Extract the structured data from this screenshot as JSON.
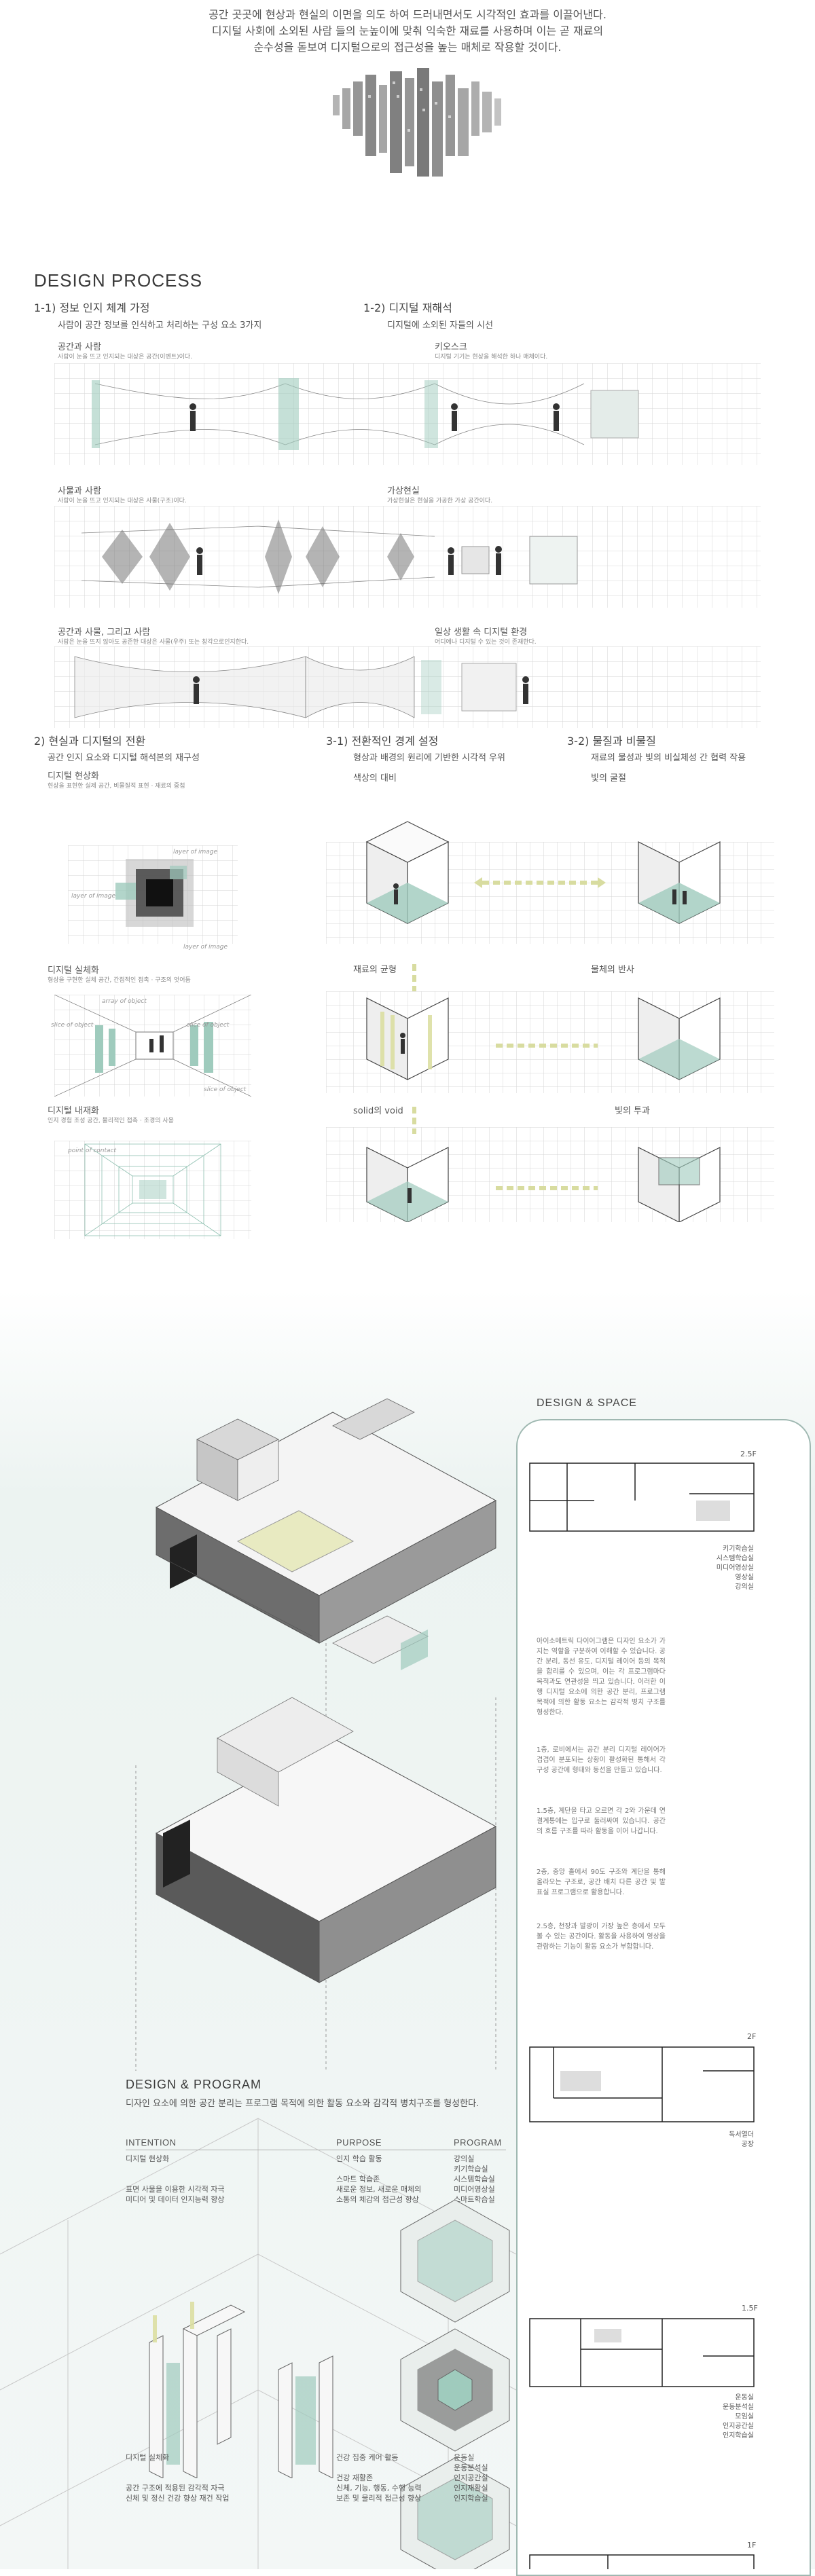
{
  "intro": {
    "lines": [
      "공간 곳곳에 현상과 현실의 이면을 의도 하여 드러내면서도 시각적인 효과를 이끌어낸다.",
      "디지털 사회에 소외된 사람 들의 눈높이에 맞춰 익숙한 재료를 사용하며 이는 곧 재료의",
      "순수성을 돋보여 디지털으로의 접근성을 높는 매체로 작용할 것이다."
    ]
  },
  "process": {
    "title": "DESIGN PROCESS",
    "s1": {
      "heading": "1-1) 정보 인지 체계 가정",
      "desc": "사람이 공간 정보를 인식하고 처리하는 구성 요소 3가지"
    },
    "s2": {
      "heading": "1-2) 디지털 재해석",
      "desc": "디지털에 소외된 자들의 시선"
    },
    "rows": [
      {
        "title": "공간과 사람",
        "desc": "사람이 눈을 뜨고 인지되는 대상은 공간(이벤트)이다.",
        "rt": "키오스크",
        "rdesc": "디지털 기기는 현상을 해석한 하나 매체이다."
      },
      {
        "title": "사물과 사람",
        "desc": "사람이 눈을 뜨고 인지되는 대상은 사물(구조)이다.",
        "rt": "가상현실",
        "rdesc": "가상현실은 현실을 가공한 가상 공간이다."
      },
      {
        "title": "공간과 사물, 그리고 사람",
        "desc": "사람은 눈을 뜨지 않아도 공존한 대상은 사물(우주) 또는 창각으로인지한다.",
        "rt": "일상 생활 속 디지털 환경",
        "rdesc": "어디에나 디지털 수 있는 것이 존재한다."
      }
    ],
    "part2": {
      "heading": "2) 현실과 디지털의 전환",
      "desc": "공간 인지 요소와 디지털 해석본의 재구성",
      "blocks": [
        {
          "title": "디지털 현상화",
          "desc": "현상을 표현한 실제 공간,  비물질적 표현 · 재료의 중첩"
        },
        {
          "title": "디지털 실체화",
          "desc": "형상을 구현한 실체 공간,  간접적인 접촉 · 구조의 엇어둠"
        },
        {
          "title": "디지털 내재화",
          "desc": "인지 경험 조성 공간,  물리적인 접촉 · 조경의 사용"
        }
      ],
      "labels": {
        "layer_of_image": "layer of image",
        "array_of_object": "array of object",
        "slice_of_object": "slice of object",
        "point_of_contact": "point of contact"
      }
    },
    "part31": {
      "heading": "3-1) 전환적인 경계 설정",
      "desc": "형상과 배경의 원리에 기반한 시각적 우위",
      "sub1": "색상의 대비",
      "sub2": "재료의 균형",
      "sub3": "solid의 void"
    },
    "part32": {
      "heading": "3-2) 물질과 비물질",
      "desc": "재료의 물성과 빛의 비실체성 간 협력 작용",
      "sub1": "빛의 굴절",
      "sub2": "물체의 반사",
      "sub3": "빛의 투과"
    }
  },
  "space": {
    "title": "DESIGN & SPACE",
    "floors": [
      {
        "label": "2.5F",
        "items": [
          "키기학습실",
          "시스템학습실",
          "미디어영상실",
          "영상실",
          "강의실"
        ]
      },
      {
        "label": "2F",
        "items": [
          "독서열더",
          "공장"
        ]
      },
      {
        "label": "1.5F",
        "items": [
          "운동실",
          "운동분석실",
          "모임실",
          "인지공간실",
          "인지학습실"
        ]
      },
      {
        "label": "1F",
        "items": []
      }
    ],
    "paragraphs": [
      "아이소메트릭 다이어그램은 디자인 요소가 가지는 역할을 구분하여 이해할 수 있습니다. 공간 분리, 동선 유도, 디지털 레이어 등의 목적을 합리를 수 있으며, 이는 각 프로그램마다 목적과도 연관성을 띄고 있습니다. 이러한 이행 디지털 요소에 의한 공간 분리, 프로그램 목적에 의한 활동 요소는 감각적 병치 구조를 형성한다.",
      "1층, 로비에서는 공간 분리 디지털 레이어가 겹겹이 분포되는 상황이 활성화된 통해서 각 구성 공간에 형태와 동선을 만들고 있습니다.",
      "1.5층, 계단을 타고 오르면 각 2와 가운데 연결계통에는 입구로 둘러싸여 있습니다. 공간의 흐름 구조를 따라 활동을 이어 나갑니다.",
      "2층, 중앙 홀에서 90도 구조와 계단을 통해 올라오는 구조로, 공간 배치 다른 공간 및 발표실 프로그램으로 활용합니다.",
      "2.5층, 천장과 발광이 가장 높은 층에서 모두 볼 수 있는 공간이다. 활동을 사용하여 영상을 관람하는 기능이 활동 요소가 부합합니다."
    ]
  },
  "program": {
    "title": "DESIGN & PROGRAM",
    "desc": "디자인 요소에 의한 공간 분리는 프로그램 목적에 의한 활동 요소와 감각적 병치구조를 형성한다.",
    "headers": [
      "INTENTION",
      "PURPOSE",
      "PROGRAM"
    ],
    "rows1": [
      {
        "intention": "디지털 현상화",
        "purpose": "인지 학습 활동",
        "program": "강의실"
      },
      {
        "intention": "",
        "purpose": "",
        "program": "키기학습실"
      },
      {
        "intention": "",
        "purpose": "스마트 학습존",
        "program": "시스템학습실"
      },
      {
        "intention": "표면 사물을 이용한 시각적 자극",
        "purpose": "새로운 정보, 새로운 매체의",
        "program": "미디어영상실"
      },
      {
        "intention": "미디어 및 데이터 인지능력 향상",
        "purpose": "소통의 체감의 접근성 향상",
        "program": "스마트학습실"
      }
    ],
    "rows2": [
      {
        "intention": "디지털 실체화",
        "purpose": "건강 집중 케어 활동",
        "program": "운동실"
      },
      {
        "intention": "",
        "purpose": "",
        "program": "운동분석실"
      },
      {
        "intention": "",
        "purpose": "건강 재활존",
        "program": "인지공간실"
      },
      {
        "intention": "공간 구조에 적용된 감각적 자극",
        "purpose": "신체, 기능, 행동, 수행 능력",
        "program": "인지재활실"
      },
      {
        "intention": "신체 및 정신 건강 향상 재건 작업",
        "purpose": "보존 및 물리적 접근성 향상",
        "program": "인지학습실"
      }
    ]
  },
  "colors": {
    "accent": "#8fc0b1",
    "yellow": "#dcdfa2",
    "grid": "#d3d3d3",
    "dark": "#3c3c3c"
  }
}
